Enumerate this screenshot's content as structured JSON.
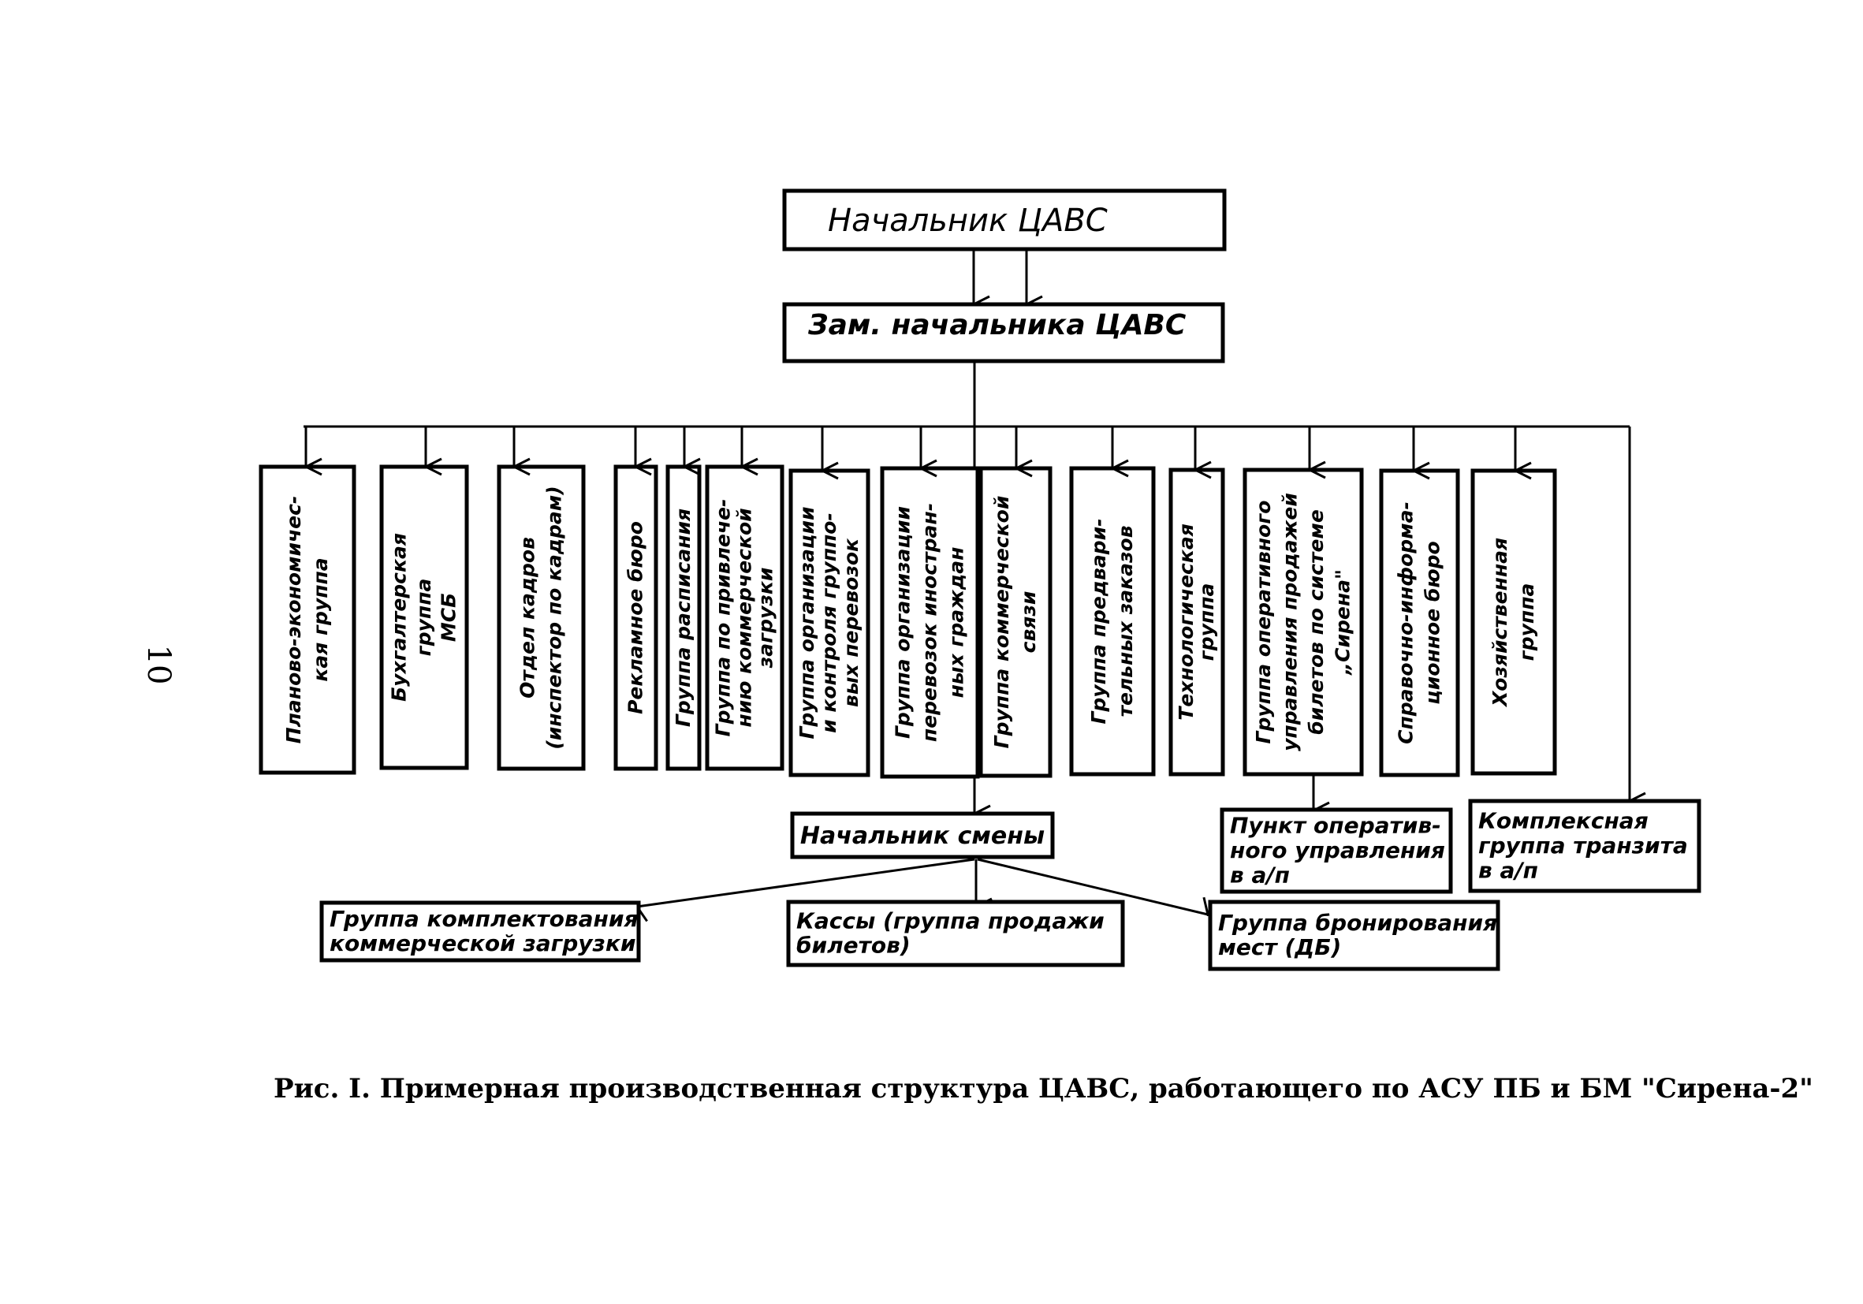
{
  "page_number": "10",
  "head": {
    "title": "Начальник ЦАВС"
  },
  "deputy": {
    "title": "Зам. начальника ЦАВС"
  },
  "groups": [
    [
      "Планово-экономичес-",
      "кая группа"
    ],
    [
      "Бухгалтерская",
      "группа",
      "МСБ"
    ],
    [
      "Отдел кадров",
      "(инспектор по кадрам)"
    ],
    [
      "Рекламное бюро"
    ],
    [
      "Группа расписания"
    ],
    [
      "Группа по привлече-",
      "нию коммерческой",
      "загрузки"
    ],
    [
      "Группа организации",
      "и контроля группо-",
      "вых перевозок"
    ],
    [
      "Группа организации",
      "перевозок иностран-",
      "ных граждан"
    ],
    [
      "Группа коммерческой",
      "связи"
    ],
    [
      "Группа предвари-",
      "тельных заказов"
    ],
    [
      "Технологическая",
      "группа"
    ],
    [
      "Группа оперативного",
      "управления продажей",
      "билетов по системе",
      "„Сирена\""
    ],
    [
      "Справочно-информа-",
      "ционное бюро"
    ],
    [
      "Хозяйственная",
      "группа"
    ]
  ],
  "shift_chief": {
    "title": "Начальник смены"
  },
  "shift_units": [
    [
      "Группа комплектования",
      "коммерческой загрузки"
    ],
    [
      "Кассы (группа продажи",
      "билетов)"
    ],
    [
      "Группа бронирования",
      "мест        (ДБ)"
    ]
  ],
  "operational_point": [
    "Пункт оператив-",
    "ного управления",
    "в а/п"
  ],
  "transit_group": [
    "Комплексная",
    "группа транзита",
    "в а/п"
  ],
  "caption": "Рис. I. Примерная производственная структура ЦАВС, работающего по АСУ ПБ и БМ \"Сирена-2\""
}
